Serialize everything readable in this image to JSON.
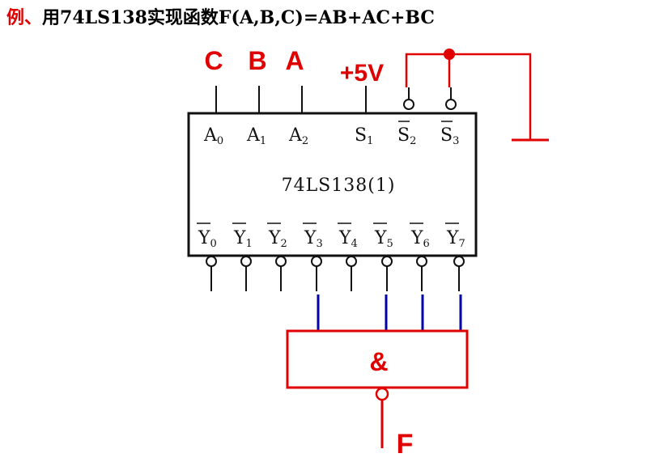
{
  "title": {
    "prefix": "例、",
    "text": "用74LS138实现函数F(A,B,C)=AB+AC+BC"
  },
  "inputs": {
    "c": "C",
    "b": "B",
    "a": "A"
  },
  "supply": "+5V",
  "chip": {
    "name": "74LS138(1)",
    "top_pins": [
      {
        "main": "A",
        "sub": "0",
        "bar": false
      },
      {
        "main": "A",
        "sub": "1",
        "bar": false
      },
      {
        "main": "A",
        "sub": "2",
        "bar": false
      },
      {
        "main": "S",
        "sub": "1",
        "bar": false
      },
      {
        "main": "S",
        "sub": "2",
        "bar": true
      },
      {
        "main": "S",
        "sub": "3",
        "bar": true
      }
    ],
    "bottom_pins": [
      {
        "main": "Y",
        "sub": "0",
        "bar": true
      },
      {
        "main": "Y",
        "sub": "1",
        "bar": true
      },
      {
        "main": "Y",
        "sub": "2",
        "bar": true
      },
      {
        "main": "Y",
        "sub": "3",
        "bar": true
      },
      {
        "main": "Y",
        "sub": "4",
        "bar": true
      },
      {
        "main": "Y",
        "sub": "5",
        "bar": true
      },
      {
        "main": "Y",
        "sub": "6",
        "bar": true
      },
      {
        "main": "Y",
        "sub": "7",
        "bar": true
      }
    ]
  },
  "gate": {
    "symbol": "&"
  },
  "output": "F",
  "colors": {
    "accent": "#e00000",
    "wire": "#0000aa",
    "ink": "#111111"
  }
}
